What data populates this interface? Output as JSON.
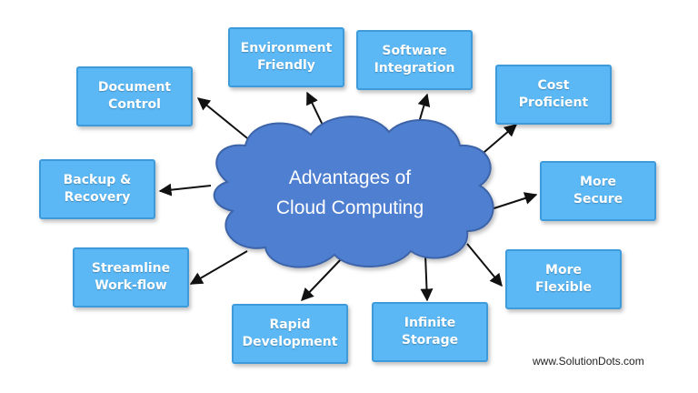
{
  "center": {
    "title": "Advantages of\nCloud Computing"
  },
  "nodes": [
    {
      "id": "environment-friendly",
      "label": "Environment\nFriendly"
    },
    {
      "id": "software-integration",
      "label": "Software\nIntegration"
    },
    {
      "id": "cost-proficient",
      "label": "Cost\nProficient"
    },
    {
      "id": "more-secure",
      "label": "More\nSecure"
    },
    {
      "id": "more-flexible",
      "label": "More\nFlexible"
    },
    {
      "id": "infinite-storage",
      "label": "Infinite\nStorage"
    },
    {
      "id": "rapid-development",
      "label": "Rapid\nDevelopment"
    },
    {
      "id": "streamline-workflow",
      "label": "Streamline\nWork-flow"
    },
    {
      "id": "backup-recovery",
      "label": "Backup &\nRecovery"
    },
    {
      "id": "document-control",
      "label": "Document\nControl"
    }
  ],
  "watermark": "www.SolutionDots.com",
  "colors": {
    "box_fill": "#5bb8f5",
    "box_border": "#3d9bdc",
    "cloud_fill": "#4f7fd0",
    "cloud_stroke": "#3c63a8",
    "arrow": "#111111"
  }
}
